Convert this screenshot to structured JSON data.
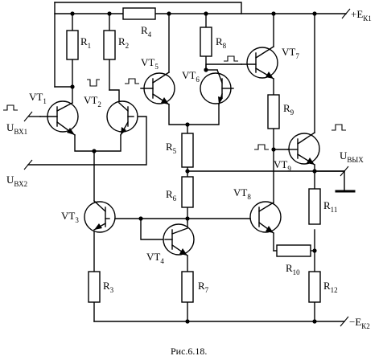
{
  "labels": {
    "r1": {
      "main": "R",
      "sub": "1"
    },
    "r2": {
      "main": "R",
      "sub": "2"
    },
    "r3": {
      "main": "R",
      "sub": "3"
    },
    "r4": {
      "main": "R",
      "sub": "4"
    },
    "r5": {
      "main": "R",
      "sub": "5"
    },
    "r6": {
      "main": "R",
      "sub": "6"
    },
    "r7": {
      "main": "R",
      "sub": "7"
    },
    "r8": {
      "main": "R",
      "sub": "8"
    },
    "r9": {
      "main": "R",
      "sub": "9"
    },
    "r10": {
      "main": "R",
      "sub": "10"
    },
    "r11": {
      "main": "R",
      "sub": "11"
    },
    "r12": {
      "main": "R",
      "sub": "12"
    },
    "vt1": {
      "main": "VT",
      "sub": "1"
    },
    "vt2": {
      "main": "VT",
      "sub": "2"
    },
    "vt3": {
      "main": "VT",
      "sub": "3"
    },
    "vt4": {
      "main": "VT",
      "sub": "4"
    },
    "vt5": {
      "main": "VT",
      "sub": "5"
    },
    "vt6": {
      "main": "VT",
      "sub": "6"
    },
    "vt7": {
      "main": "VT",
      "sub": "7"
    },
    "vt8": {
      "main": "VT",
      "sub": "8"
    },
    "vt9": {
      "main": "VT",
      "sub": "9"
    },
    "ek1": {
      "main": "+E",
      "sub": "К1"
    },
    "ek2": {
      "main": "−E",
      "sub": "К2"
    },
    "uin1": {
      "main": "U",
      "sub": "ВХ1"
    },
    "uin2": {
      "main": "U",
      "sub": "ВХ2"
    },
    "uout": {
      "main": "U",
      "sub": "ВЫХ"
    }
  },
  "caption": "Рис.6.18."
}
